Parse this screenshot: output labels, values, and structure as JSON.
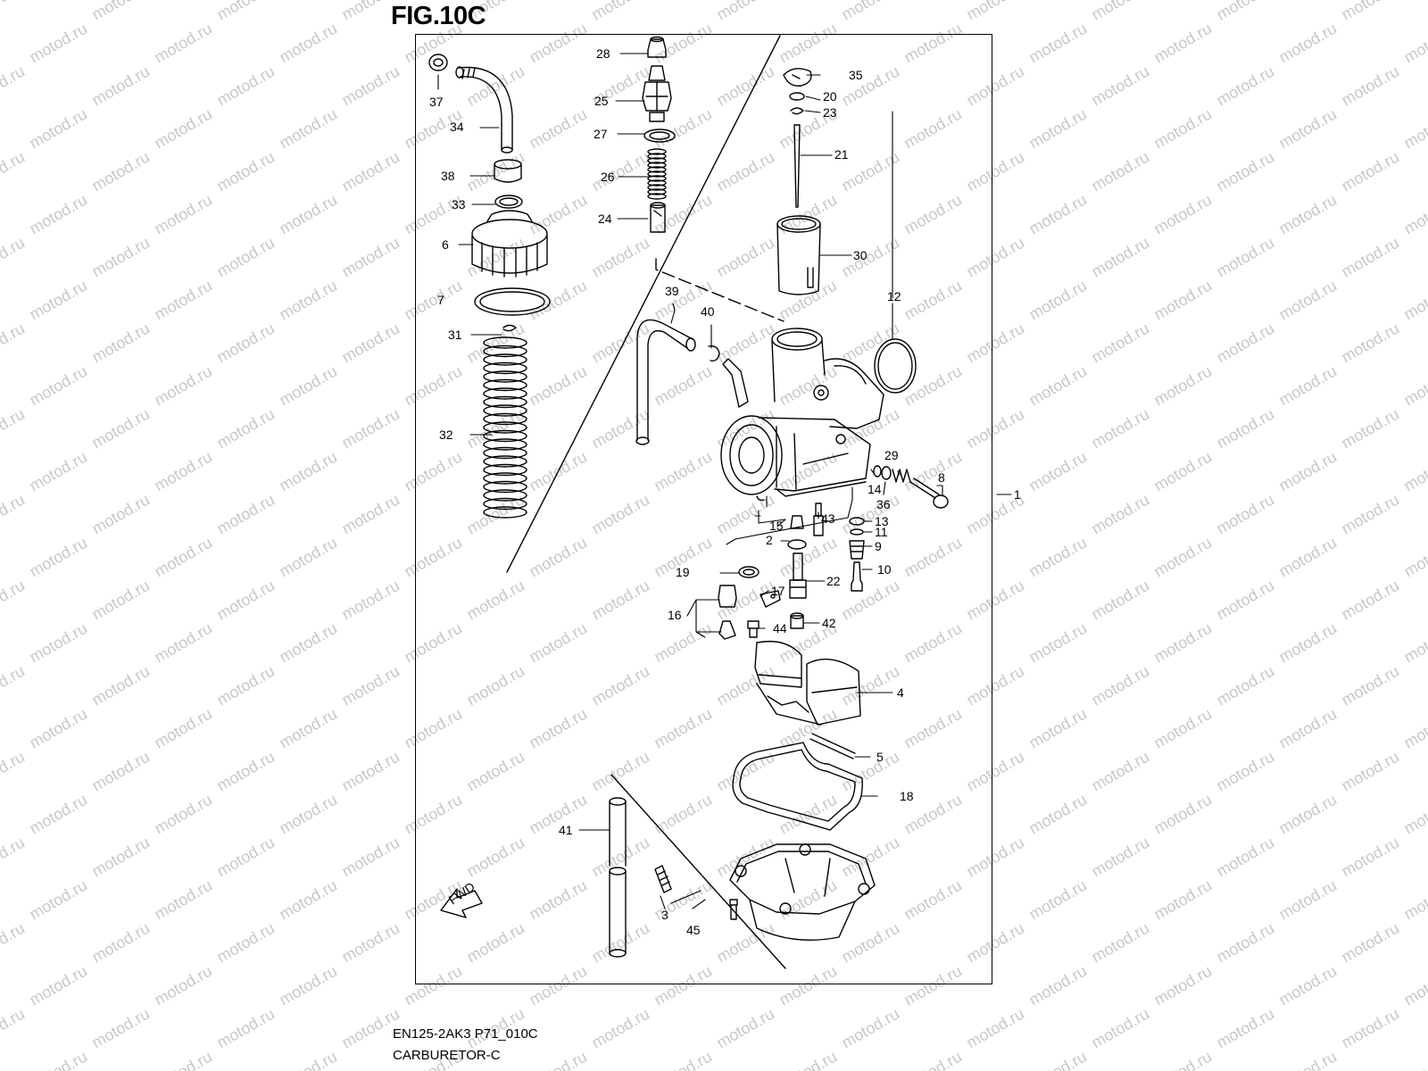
{
  "figure": {
    "title": "FIG.10C",
    "model_code": "EN125-2AK3 P71_010C",
    "name": "CARBURETOR-C"
  },
  "watermark": "motod.ru",
  "fwd_label": "FWD",
  "callouts": [
    "1",
    "2",
    "3",
    "4",
    "5",
    "6",
    "7",
    "8",
    "9",
    "10",
    "11",
    "12",
    "13",
    "14",
    "15",
    "16",
    "17",
    "18",
    "19",
    "20",
    "21",
    "22",
    "23",
    "24",
    "25",
    "26",
    "27",
    "28",
    "29",
    "30",
    "31",
    "32",
    "33",
    "34",
    "35",
    "36",
    "37",
    "38",
    "39",
    "40",
    "41",
    "42",
    "43",
    "44",
    "45"
  ]
}
